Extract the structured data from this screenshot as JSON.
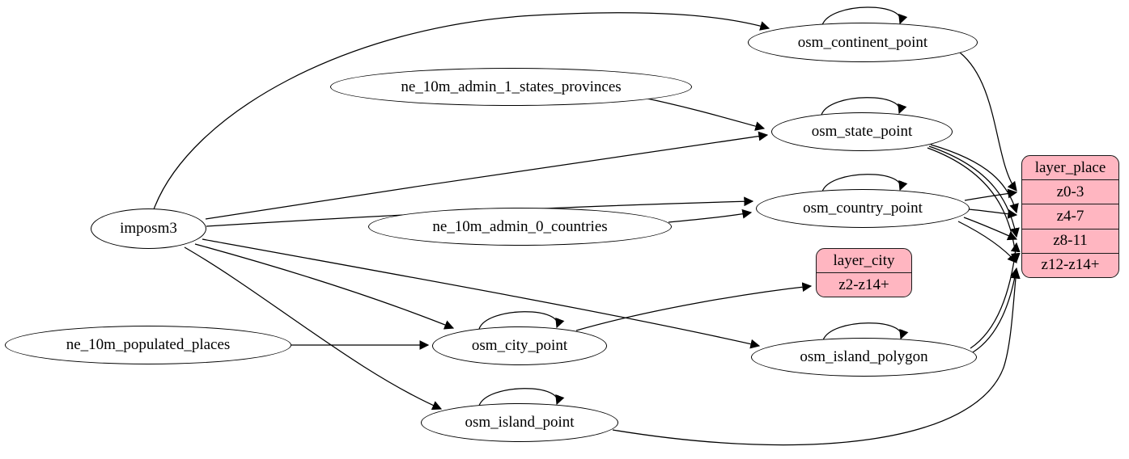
{
  "diagram_type": "etl-graph",
  "colors": {
    "record_fill": "#ffb6c1",
    "node_fill": "#ffffff",
    "edge": "#000000",
    "background": "#ffffff"
  },
  "nodes": {
    "imposm3": "imposm3",
    "ne_10m_admin_1_states_provinces": "ne_10m_admin_1_states_provinces",
    "ne_10m_admin_0_countries": "ne_10m_admin_0_countries",
    "ne_10m_populated_places": "ne_10m_populated_places",
    "osm_continent_point": "osm_continent_point",
    "osm_state_point": "osm_state_point",
    "osm_country_point": "osm_country_point",
    "osm_city_point": "osm_city_point",
    "osm_island_polygon": "osm_island_polygon",
    "osm_island_point": "osm_island_point"
  },
  "records": {
    "layer_place": {
      "header": "layer_place",
      "rows": [
        "z0-3",
        "z4-7",
        "z8-11",
        "z12-z14+"
      ]
    },
    "layer_city": {
      "header": "layer_city",
      "rows": [
        "z2-z14+"
      ]
    }
  },
  "edges": [
    {
      "from": "imposm3",
      "to": "osm_continent_point"
    },
    {
      "from": "imposm3",
      "to": "osm_state_point"
    },
    {
      "from": "imposm3",
      "to": "osm_country_point"
    },
    {
      "from": "imposm3",
      "to": "osm_city_point"
    },
    {
      "from": "imposm3",
      "to": "osm_island_polygon"
    },
    {
      "from": "imposm3",
      "to": "osm_island_point"
    },
    {
      "from": "ne_10m_admin_1_states_provinces",
      "to": "osm_state_point"
    },
    {
      "from": "ne_10m_admin_0_countries",
      "to": "osm_country_point"
    },
    {
      "from": "ne_10m_populated_places",
      "to": "osm_city_point"
    },
    {
      "from": "osm_continent_point",
      "to": "osm_continent_point"
    },
    {
      "from": "osm_state_point",
      "to": "osm_state_point"
    },
    {
      "from": "osm_country_point",
      "to": "osm_country_point"
    },
    {
      "from": "osm_city_point",
      "to": "osm_city_point"
    },
    {
      "from": "osm_island_polygon",
      "to": "osm_island_polygon"
    },
    {
      "from": "osm_island_point",
      "to": "osm_island_point"
    },
    {
      "from": "osm_continent_point",
      "to": "layer_place:z0-3"
    },
    {
      "from": "osm_country_point",
      "to": "layer_place:z0-3"
    },
    {
      "from": "osm_country_point",
      "to": "layer_place:z4-7"
    },
    {
      "from": "osm_state_point",
      "to": "layer_place:z4-7"
    },
    {
      "from": "osm_country_point",
      "to": "layer_place:z8-11"
    },
    {
      "from": "osm_state_point",
      "to": "layer_place:z8-11"
    },
    {
      "from": "osm_island_polygon",
      "to": "layer_place:z8-11"
    },
    {
      "from": "osm_country_point",
      "to": "layer_place:z12-z14+"
    },
    {
      "from": "osm_state_point",
      "to": "layer_place:z12-z14+"
    },
    {
      "from": "osm_island_polygon",
      "to": "layer_place:z12-z14+"
    },
    {
      "from": "osm_island_point",
      "to": "layer_place:z12-z14+"
    },
    {
      "from": "osm_city_point",
      "to": "layer_city:z2-z14+"
    }
  ]
}
